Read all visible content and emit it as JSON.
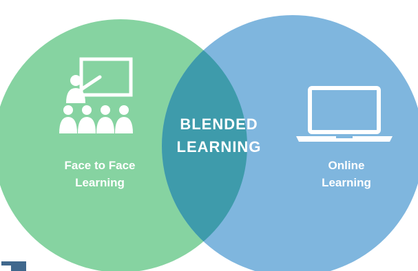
{
  "diagram": {
    "left_circle": {
      "label": "Face to Face\nLearning",
      "icon": "teacher-classroom-icon",
      "color": "#86d3a1"
    },
    "right_circle": {
      "label": "Online\nLearning",
      "icon": "laptop-icon",
      "color": "#7fb6de"
    },
    "overlap": {
      "label": "BLENDED\nLEARNING",
      "color": "#3e9bab"
    }
  }
}
